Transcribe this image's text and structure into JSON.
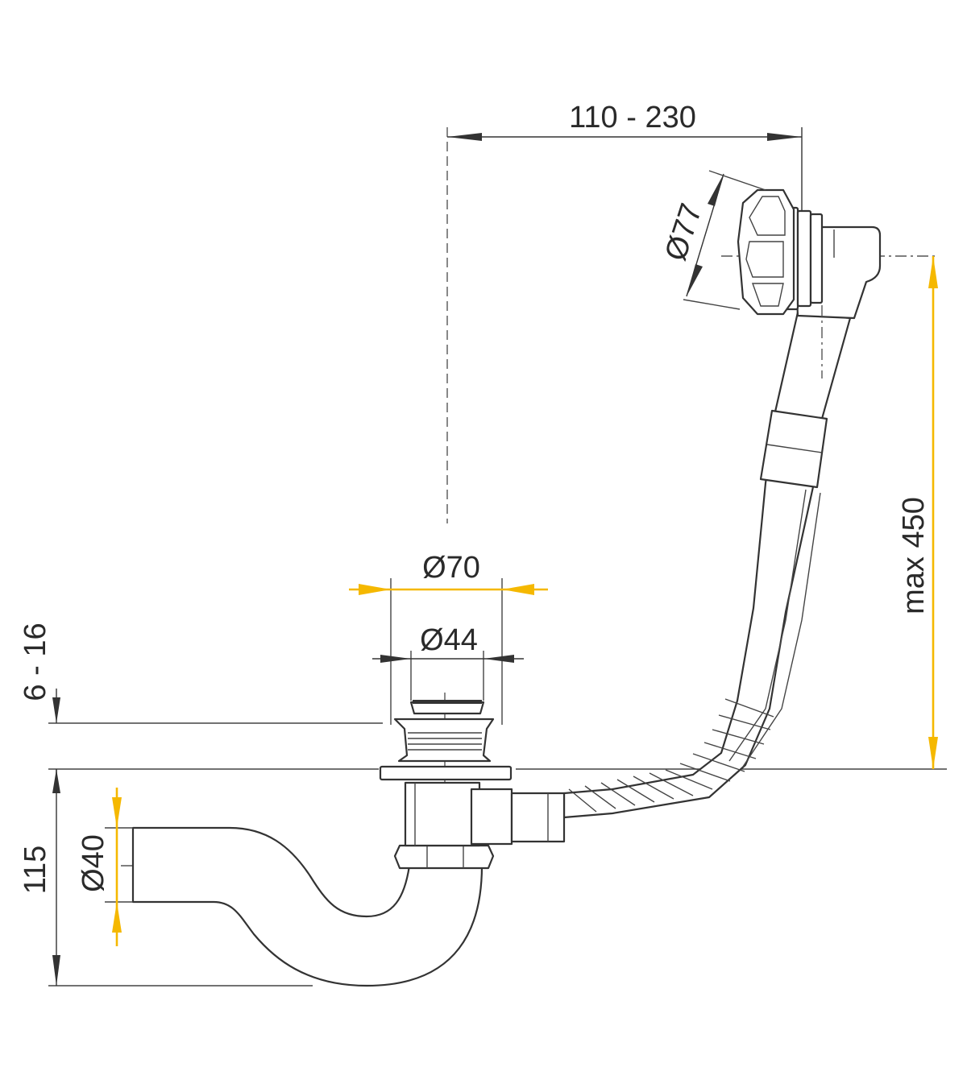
{
  "drawing": {
    "colors": {
      "line": "#333333",
      "accent_dimension": "#f5b800",
      "background": "#ffffff"
    },
    "dimensions": {
      "horizontal_reach": "110 - 230",
      "overflow_diameter": "Ø77",
      "waste_outer_diameter": "Ø70",
      "waste_inner_diameter": "Ø44",
      "flange_thickness": "6 - 16",
      "height_to_outlet": "115",
      "outlet_diameter": "Ø40",
      "overflow_height": "max 450"
    }
  }
}
